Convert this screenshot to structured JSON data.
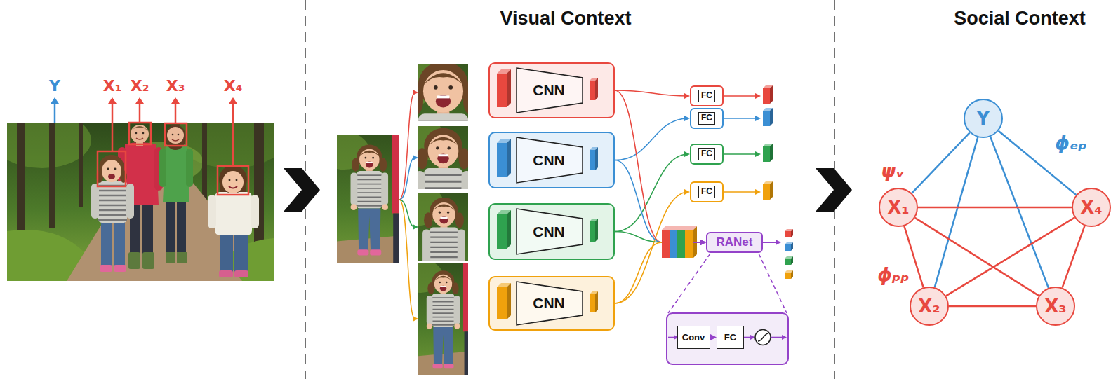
{
  "diagram": {
    "nodes": [
      {
        "text": [
          "CNN"
        ]
      },
      {
        "text": [
          "CNN"
        ]
      },
      {
        "text": [
          "CNN"
        ]
      },
      {
        "text": [
          "CNN"
        ]
      },
      {
        "text": [
          "FC"
        ]
      },
      {
        "text": [
          "FC"
        ]
      },
      {
        "text": [
          "FC"
        ]
      },
      {
        "text": [
          "FC"
        ]
      },
      {
        "text": [
          "RANet"
        ]
      },
      {
        "text": [
          "Conv"
        ]
      },
      {
        "text": [
          "FC"
        ]
      },
      {
        "text": [
          "Y"
        ]
      },
      {
        "text": [
          "X₁"
        ]
      },
      {
        "text": [
          "X₄"
        ]
      },
      {
        "text": [
          "X₂"
        ]
      },
      {
        "text": [
          "X₃"
        ]
      }
    ],
    "edges": [
      {
        "from": 0,
        "to": 4,
        "arrow": "to"
      },
      {
        "from": 1,
        "to": 5,
        "arrow": "to"
      },
      {
        "from": 2,
        "to": 6,
        "arrow": "to"
      },
      {
        "from": 3,
        "to": 7,
        "arrow": "to"
      },
      {
        "from": 0,
        "to": 8,
        "arrow": "to"
      },
      {
        "from": 1,
        "to": 8,
        "arrow": "to"
      },
      {
        "from": 2,
        "to": 8,
        "arrow": "to"
      },
      {
        "from": 3,
        "to": 8,
        "arrow": "to"
      },
      {
        "from": 9,
        "to": 10,
        "arrow": "to"
      },
      {
        "from": 11,
        "to": 12,
        "arrow": "none"
      },
      {
        "from": 11,
        "to": 13,
        "arrow": "none"
      },
      {
        "from": 11,
        "to": 14,
        "arrow": "none"
      },
      {
        "from": 11,
        "to": 15,
        "arrow": "none"
      },
      {
        "from": 12,
        "to": 13,
        "arrow": "none"
      },
      {
        "from": 12,
        "to": 14,
        "arrow": "none"
      },
      {
        "from": 12,
        "to": 15,
        "arrow": "none"
      },
      {
        "from": 13,
        "to": 14,
        "arrow": "none"
      },
      {
        "from": 13,
        "to": 15,
        "arrow": "none"
      },
      {
        "from": 14,
        "to": 15,
        "arrow": "none"
      }
    ],
    "labels": [
      "Visual Context",
      "Social Context",
      "Y",
      "X₁",
      "X₂",
      "X₃",
      "X₄",
      "ψᵥ",
      "ϕₑₚ",
      "ϕₚₚ"
    ]
  }
}
